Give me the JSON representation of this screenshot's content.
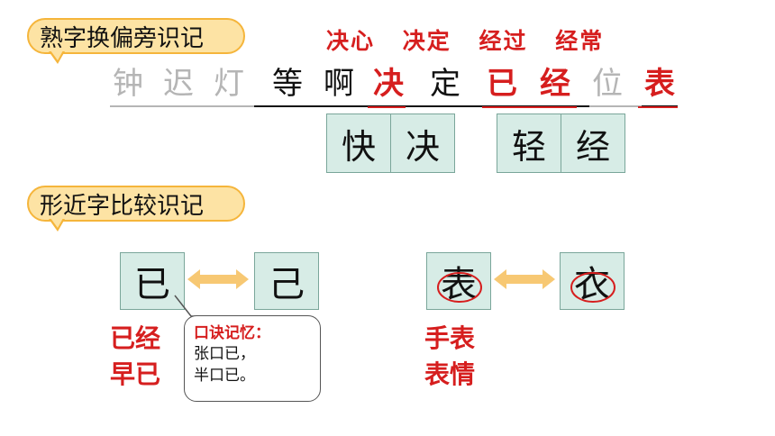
{
  "tags": {
    "familiar": "熟字换偏旁识记",
    "similar": "形近字比较识记"
  },
  "words": [
    "决心",
    "决定",
    "经过",
    "经常"
  ],
  "char_line": [
    {
      "char": "钟",
      "color": "#b5b5b5"
    },
    {
      "char": "迟",
      "color": "#b5b5b5"
    },
    {
      "char": "灯",
      "color": "#b5b5b5"
    },
    {
      "char": "等",
      "color": "#111111"
    },
    {
      "char": "啊",
      "color": "#111111"
    },
    {
      "char": "决",
      "color": "#d61e1e"
    },
    {
      "char": "定",
      "color": "#111111"
    },
    {
      "char": "已",
      "color": "#d61e1e"
    },
    {
      "char": "经",
      "color": "#d61e1e"
    },
    {
      "char": "位",
      "color": "#b5b5b5"
    },
    {
      "char": "表",
      "color": "#d61e1e"
    }
  ],
  "pairs_top": [
    {
      "a": "快",
      "b": "决",
      "a_mark": "忄",
      "b_mark": "冫"
    },
    {
      "a": "轻",
      "b": "经",
      "a_mark": "车",
      "b_mark": "纟"
    }
  ],
  "compare": {
    "left": {
      "a": "已",
      "b": "己"
    },
    "right": {
      "a": "表",
      "b": "衣"
    }
  },
  "examples": {
    "left": [
      "已经",
      "早已"
    ],
    "right": [
      "手表",
      "表情"
    ]
  },
  "callout": {
    "title": "口诀记忆：",
    "lines": [
      "张口已，",
      "半口已。"
    ]
  },
  "colors": {
    "accent_red": "#d61e1e",
    "tag_fill": "#fde3a4",
    "tag_border": "#f5b53b",
    "box_fill": "#d7ece6",
    "arrow": "#f7c873"
  }
}
